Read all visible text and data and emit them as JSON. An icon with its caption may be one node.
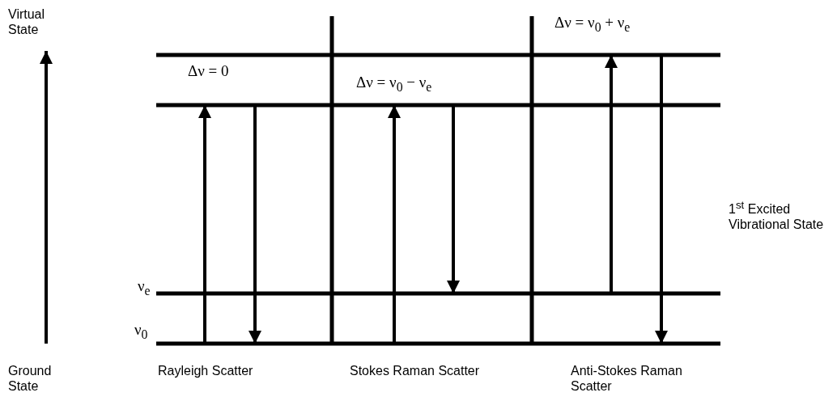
{
  "diagram": {
    "labels": [
      "Virtual State",
      "Δν = ν$_{0}$ + ν$_{e}$",
      "Δν = 0",
      "Δν = ν$_{0}$ − ν$_{e}$",
      "1$^{st}$ Excited Vibrational State",
      "ν$_{e}$",
      "ν$_{0}$",
      "Ground State",
      "Rayleigh Scatter",
      "Stokes Raman Scatter",
      "Anti-Stokes Raman Scatter"
    ]
  }
}
